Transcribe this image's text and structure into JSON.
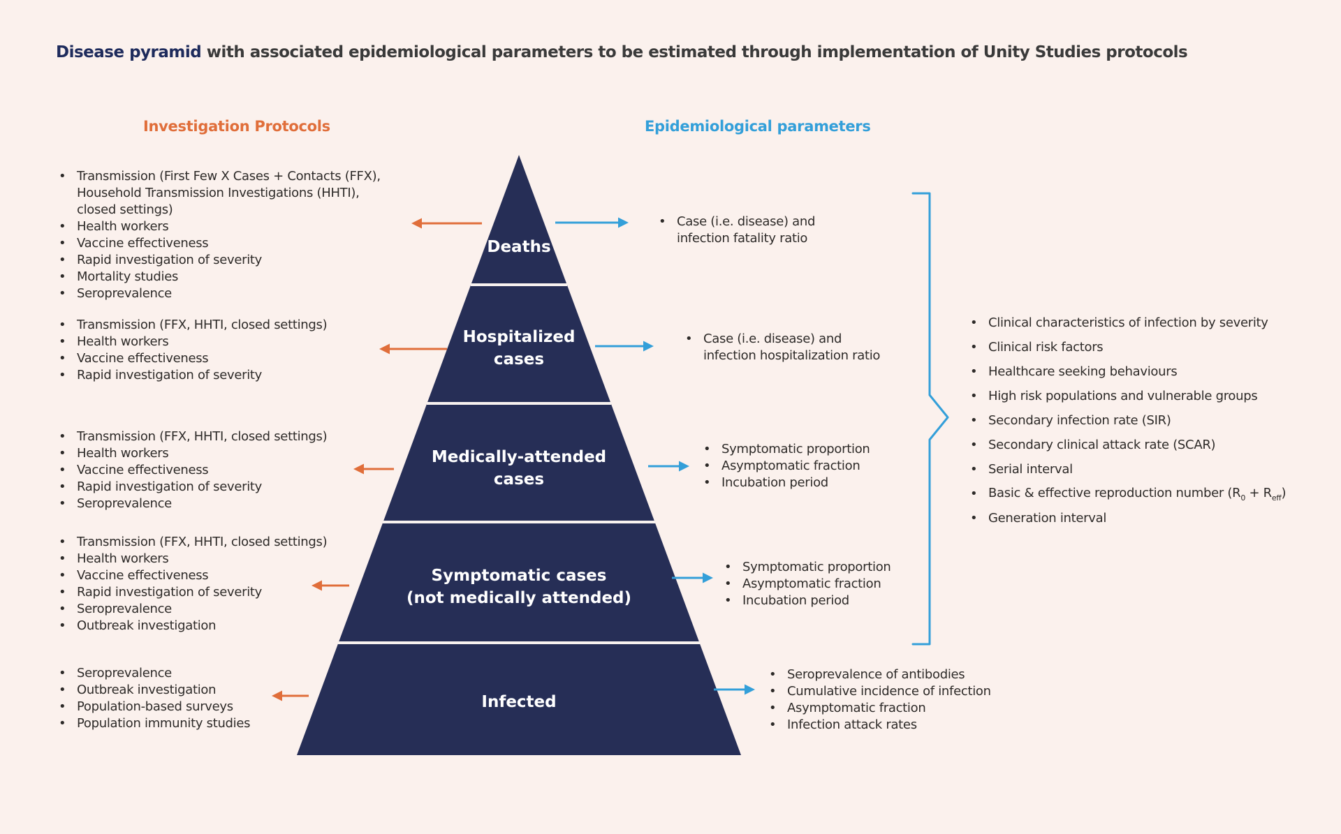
{
  "title": {
    "emphasis": "Disease pyramid",
    "rest": "with associated epidemiological parameters to be estimated through implementation of Unity Studies protocols"
  },
  "column_headers": {
    "investigation": "Investigation Protocols",
    "epidemiological": "Epidemiological parameters"
  },
  "pyramid_levels": [
    "Deaths",
    "Hospitalized\ncases",
    "Medically-attended\ncases",
    "Symptomatic cases\n(not medically attended)",
    "Infected"
  ],
  "investigation_protocols": [
    {
      "level": "Deaths",
      "items": [
        "Transmission (First Few X Cases + Contacts (FFX),\nHousehold Transmission Investigations (HHTI),\nclosed settings)",
        "Health workers",
        "Vaccine effectiveness",
        "Rapid investigation of severity",
        "Mortality studies",
        "Seroprevalence"
      ]
    },
    {
      "level": "Hospitalized cases",
      "items": [
        "Transmission (FFX, HHTI, closed settings)",
        "Health workers",
        "Vaccine effectiveness",
        "Rapid investigation of severity"
      ]
    },
    {
      "level": "Medically-attended cases",
      "items": [
        "Transmission (FFX, HHTI, closed settings)",
        "Health workers",
        "Vaccine effectiveness",
        "Rapid investigation of severity",
        "Seroprevalence"
      ]
    },
    {
      "level": "Symptomatic cases (not medically attended)",
      "items": [
        "Transmission (FFX, HHTI, closed settings)",
        "Health workers",
        "Vaccine effectiveness",
        "Rapid investigation of severity",
        "Seroprevalence",
        "Outbreak investigation"
      ]
    },
    {
      "level": "Infected",
      "items": [
        "Seroprevalence",
        "Outbreak investigation",
        "Population-based surveys",
        "Population immunity studies"
      ]
    }
  ],
  "epidemiological_parameters": [
    {
      "level": "Deaths",
      "items": [
        "Case (i.e. disease) and\ninfection fatality ratio"
      ]
    },
    {
      "level": "Hospitalized cases",
      "items": [
        "Case (i.e. disease) and\ninfection hospitalization ratio"
      ]
    },
    {
      "level": "Medically-attended cases",
      "items": [
        "Symptomatic proportion",
        "Asymptomatic fraction",
        "Incubation period"
      ]
    },
    {
      "level": "Symptomatic cases (not medically attended)",
      "items": [
        "Symptomatic proportion",
        "Asymptomatic fraction",
        "Incubation period"
      ]
    },
    {
      "level": "Infected",
      "items": [
        "Seroprevalence of antibodies",
        "Cumulative incidence of infection",
        "Asymptomatic fraction",
        "Infection attack rates"
      ]
    }
  ],
  "severity_parameters": {
    "items": [
      [
        {
          "t": "Clinical characteristics of infection by severity"
        }
      ],
      [
        {
          "t": "Clinical risk factors"
        }
      ],
      [
        {
          "t": "Healthcare seeking behaviours"
        }
      ],
      [
        {
          "t": "High risk populations and vulnerable groups"
        }
      ],
      [
        {
          "t": "Secondary infection rate (SIR)"
        }
      ],
      [
        {
          "t": "Secondary clinical attack rate (SCAR)"
        }
      ],
      [
        {
          "t": "Serial interval"
        }
      ],
      [
        {
          "t": "Basic & effective reproduction number (R"
        },
        {
          "t": "0",
          "sub": true
        },
        {
          "t": " + R"
        },
        {
          "t": "eff",
          "sub": true
        },
        {
          "t": ")"
        }
      ],
      [
        {
          "t": "Generation interval"
        }
      ]
    ]
  },
  "colors": {
    "bg": "#fbf1ed",
    "pyramid": "#262e56",
    "orange": "#e06e3a",
    "blue": "#339fd9",
    "navy": "#1e2b5c",
    "text": "#2d2a28"
  }
}
